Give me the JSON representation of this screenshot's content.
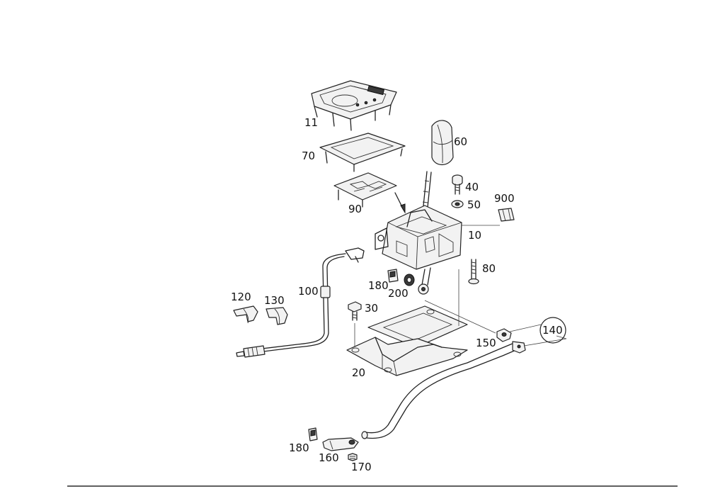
{
  "labels": {
    "p11": "11",
    "p70": "70",
    "p90": "90",
    "p60": "60",
    "p40": "40",
    "p50": "50",
    "p900": "900",
    "p10": "10",
    "p80": "80",
    "p100": "100",
    "p120": "120",
    "p130": "130",
    "p180a": "180",
    "p200": "200",
    "p30": "30",
    "p140": "140",
    "p150": "150",
    "p20": "20",
    "p180b": "180",
    "p160": "160",
    "p170": "170"
  },
  "colors": {
    "line": "#222222",
    "background": "#ffffff"
  }
}
